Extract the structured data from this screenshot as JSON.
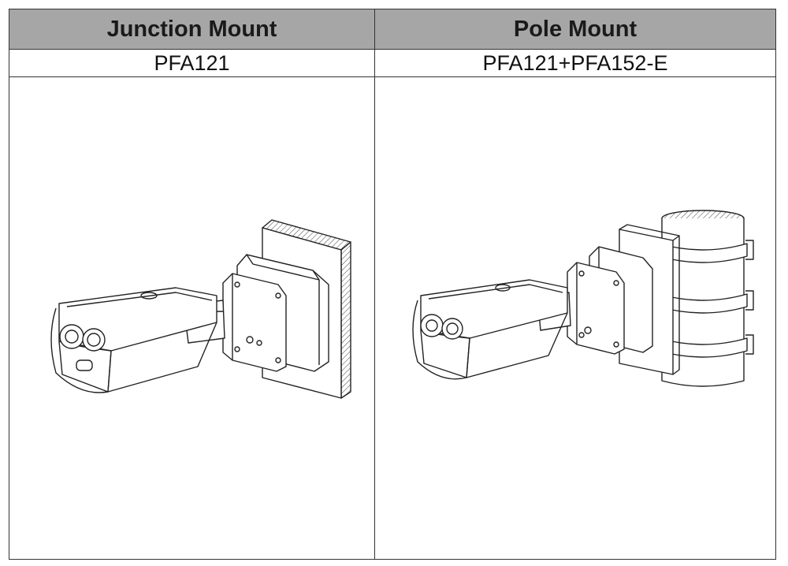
{
  "table": {
    "columns": [
      {
        "header": "Junction Mount",
        "model": "PFA121",
        "figure": "camera-on-wall-junction-box"
      },
      {
        "header": "Pole Mount",
        "model": "PFA121+PFA152-E",
        "figure": "camera-on-pole-mount"
      }
    ]
  },
  "colors": {
    "header_bg": "#a6a6a6",
    "line": "#333333"
  }
}
